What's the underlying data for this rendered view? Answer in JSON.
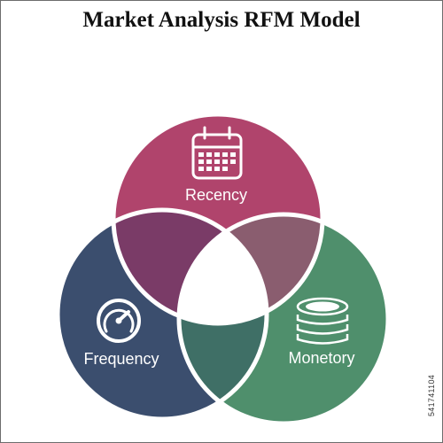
{
  "title": "Market Analysis RFM Model",
  "circles": {
    "recency": {
      "label": "Recency",
      "icon": "calendar-icon",
      "color": "#b0446c"
    },
    "frequency": {
      "label": "Frequency",
      "icon": "speedometer-icon",
      "color": "#3b4e6e"
    },
    "monetory": {
      "label": "Monetory",
      "icon": "coins-stack-icon",
      "color": "#4f8f6c"
    }
  },
  "overlaps": {
    "recency_frequency": "#7a3b67",
    "recency_monetory": "#8a5d6f",
    "frequency_monetory": "#3f6f66",
    "center": "#ffffff"
  },
  "watermark_id": "541741104"
}
